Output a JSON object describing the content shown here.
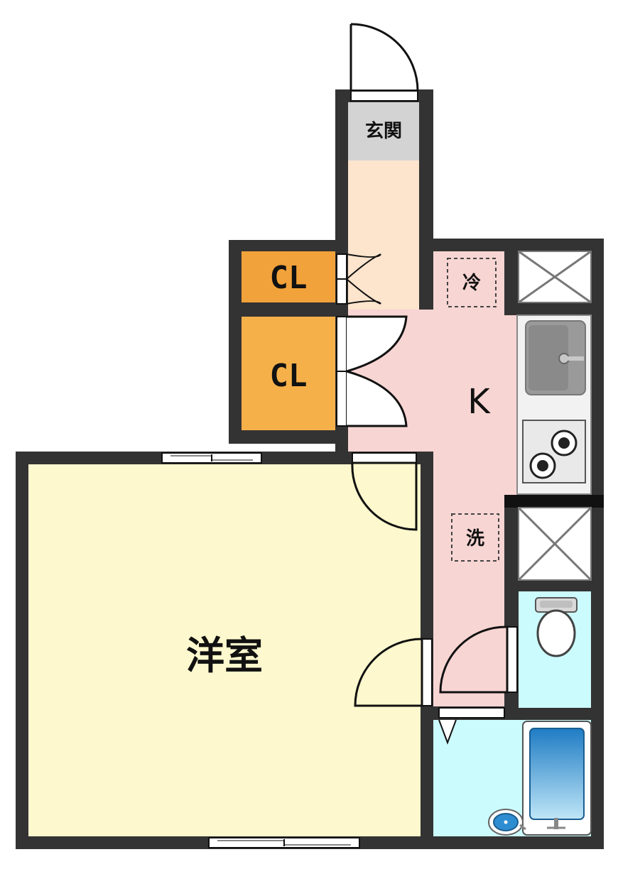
{
  "rooms": {
    "entrance": "玄関",
    "closet_upper": "CL",
    "closet_lower": "CL",
    "kitchen": "K",
    "western_room": "洋室",
    "fridge": "冷",
    "washer": "洗"
  },
  "colors": {
    "wall": "#333333",
    "entrance": "#d3d3d3",
    "hallway": "#fce4cd",
    "kitchen": "#f7d5d3",
    "closet_upper": "#f2a23a",
    "closet_lower": "#f6b04a",
    "western_room": "#fdf8cd",
    "wet_area": "#ccfbfd",
    "bathtub": "#2e8dd0"
  },
  "icons": {
    "door": "door-swing-icon",
    "sink": "sink-icon",
    "stove": "gas-stove-icon",
    "toilet": "toilet-icon",
    "bathtub": "bathtub-icon",
    "washbasin": "washbasin-icon",
    "void": "storage-cross-icon"
  }
}
